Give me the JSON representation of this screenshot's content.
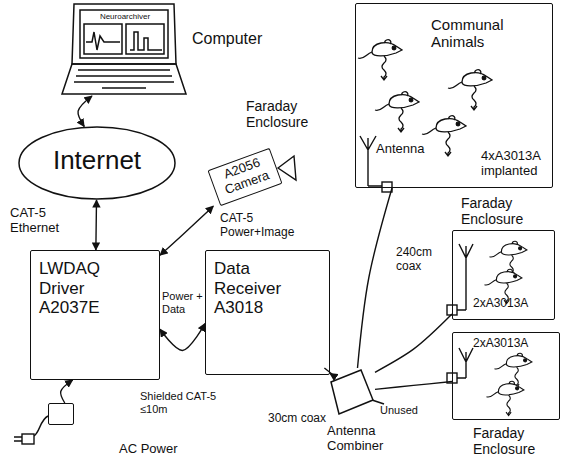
{
  "diagram": {
    "nodes": [
      {
        "text": [
          "Neuroarchiver",
          "Computer"
        ]
      },
      {
        "text": [
          "Internet"
        ]
      },
      {
        "text": [
          "A2056 Camera"
        ]
      },
      {
        "text": [
          "Communal Animals",
          "Antenna",
          "4xA3013A implanted"
        ]
      },
      {
        "text": [
          "LWDAQ Driver A2037E"
        ]
      },
      {
        "text": [
          "Data Receiver A3018"
        ]
      },
      {
        "text": [
          "Faraday Enclosure",
          "2xA3013A"
        ]
      },
      {
        "text": [
          "2xA3013A",
          "Faraday Enclosure"
        ]
      },
      {
        "text": [
          "Antenna Combiner"
        ]
      },
      {
        "text": [
          "AC Power"
        ]
      }
    ],
    "edges": [
      {
        "from": 0,
        "to": 1,
        "arrow": "both"
      },
      {
        "from": 1,
        "to": 4,
        "label": "CAT-5 Ethernet",
        "arrow": "both"
      },
      {
        "from": 4,
        "to": 2,
        "label": "CAT-5 Power+Image",
        "arrow": "both"
      },
      {
        "from": 4,
        "to": 5,
        "label": "Power + Data",
        "arrow": "both"
      },
      {
        "from": 3,
        "to": 8,
        "label": "240cm coax",
        "arrow": "none"
      },
      {
        "from": 6,
        "to": 8,
        "arrow": "none"
      },
      {
        "from": 7,
        "to": 8,
        "arrow": "none"
      },
      {
        "from": 8,
        "to": 5,
        "label": "30cm coax",
        "arrow": "to"
      },
      {
        "from": 9,
        "to": 4,
        "arrow": "to"
      }
    ],
    "labels": [
      "Faraday Enclosure",
      "Shielded CAT-5 ≤10m",
      "Unused"
    ]
  }
}
